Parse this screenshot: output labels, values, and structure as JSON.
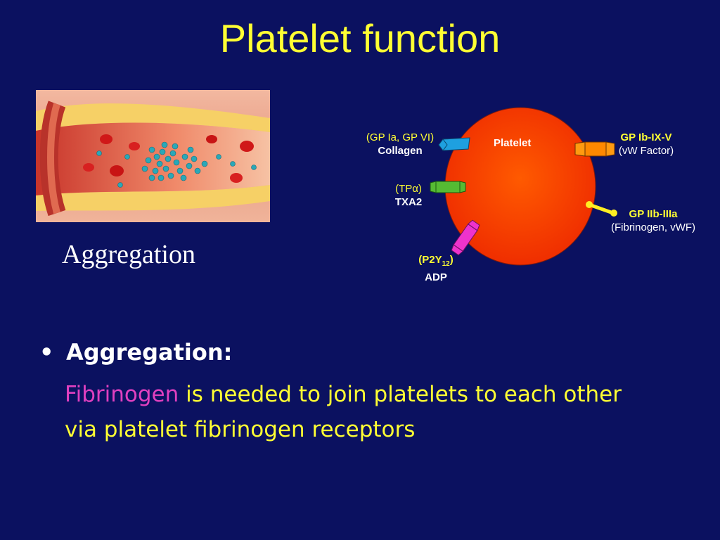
{
  "slide": {
    "title": "Platelet function"
  },
  "image": {
    "caption": "Aggregation"
  },
  "diagram": {
    "platelet_label": "Platelet",
    "collagen": {
      "receptor": "(GP Ia, GP VI)",
      "agonist": "Collagen"
    },
    "txa2": {
      "receptor_open": "(TP",
      "receptor_greek": "α",
      "receptor_close": ")",
      "agonist": "TXA2"
    },
    "adp": {
      "receptor_open": "(P2Y",
      "receptor_sub": "12",
      "receptor_close": ")",
      "agonist": "ADP"
    },
    "gpib": {
      "receptor": "GP Ib-IX-V",
      "ligand": "(vW Factor)"
    },
    "gpiib": {
      "receptor": "GP IIb-IIIa",
      "ligand": "(Fibrinogen, vWF)"
    },
    "colors": {
      "platelet": "#ff3300",
      "collagen_receptor": "#1ea0e0",
      "txa2_receptor": "#55bb33",
      "adp_receptor": "#ee33cc",
      "gpib_receptor": "#ff8800",
      "gpiib_receptor": "#ffee22"
    }
  },
  "bullets": [
    {
      "heading": "Aggregation:",
      "highlight": "Fibrinogen",
      "text": " is needed to join platelets to each other via platelet fibrinogen receptors"
    }
  ],
  "colors": {
    "background": "#0b1160",
    "title": "#ffff33",
    "highlight": "#e040c0"
  }
}
